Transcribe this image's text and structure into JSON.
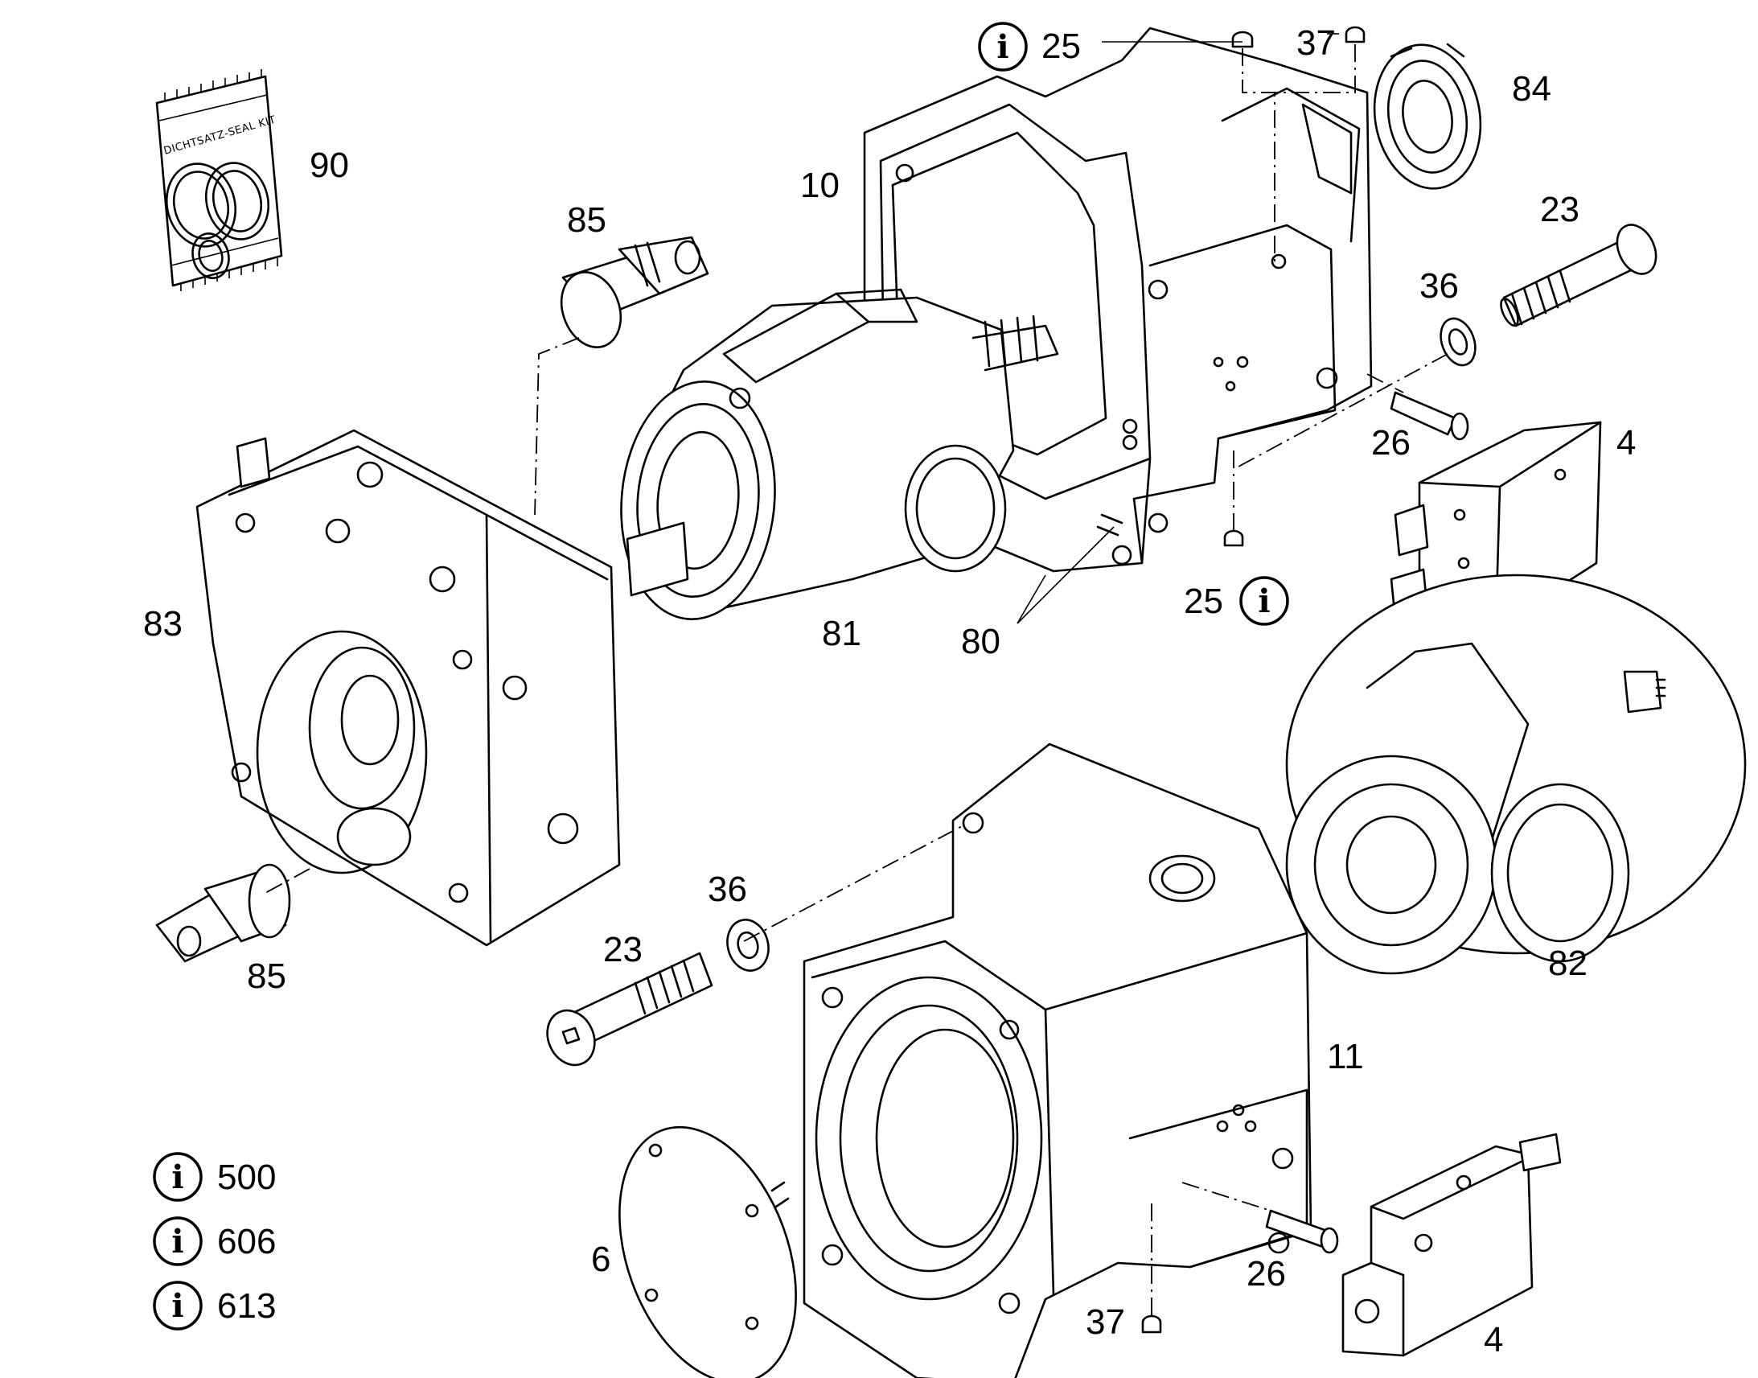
{
  "diagram": {
    "labels": {
      "p90": "90",
      "p85_top": "85",
      "p10": "10",
      "p25_top": "25",
      "p37_top": "37",
      "p84": "84",
      "p23_top": "23",
      "p36_top": "36",
      "p26_top": "26",
      "p4_top": "4",
      "p83": "83",
      "p81": "81",
      "p80": "80",
      "p25_mid": "25",
      "p82": "82",
      "p36_bot": "36",
      "p23_bot": "23",
      "p85_bot": "85",
      "p11": "11",
      "p6": "6",
      "p26_bot": "26",
      "p37_bot": "37",
      "p4_bot": "4"
    },
    "seal_kit_text": "DICHTSATZ-SEAL KIT",
    "info_symbol": "i",
    "info_notes": [
      {
        "number": "500"
      },
      {
        "number": "606"
      },
      {
        "number": "613"
      }
    ]
  }
}
